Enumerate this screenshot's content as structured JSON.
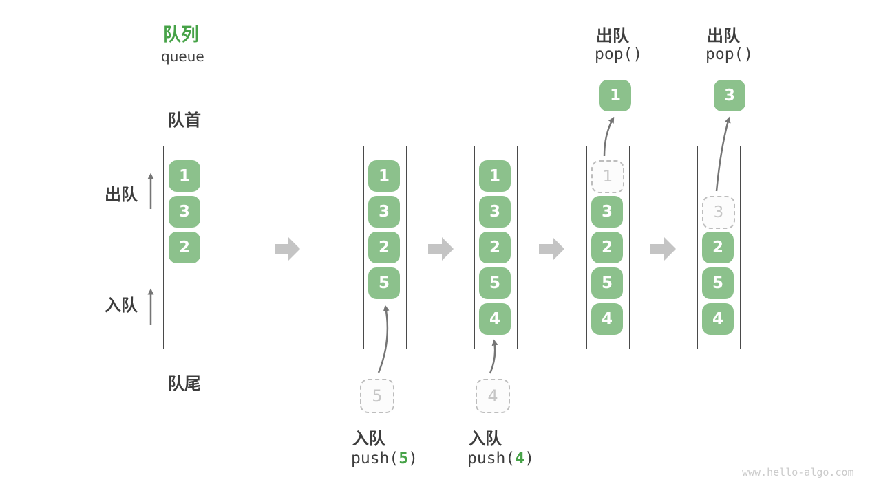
{
  "title": {
    "zh": "队列",
    "en": "queue"
  },
  "side_labels": {
    "front": "队首",
    "rear": "队尾",
    "dequeue": "出队",
    "enqueue": "入队"
  },
  "queues": [
    {
      "cells": [
        {
          "value": "1",
          "state": "solid"
        },
        {
          "value": "3",
          "state": "solid"
        },
        {
          "value": "2",
          "state": "solid"
        }
      ]
    },
    {
      "cells": [
        {
          "value": "1",
          "state": "solid"
        },
        {
          "value": "3",
          "state": "solid"
        },
        {
          "value": "2",
          "state": "solid"
        },
        {
          "value": "5",
          "state": "solid"
        }
      ]
    },
    {
      "cells": [
        {
          "value": "1",
          "state": "solid"
        },
        {
          "value": "3",
          "state": "solid"
        },
        {
          "value": "2",
          "state": "solid"
        },
        {
          "value": "5",
          "state": "solid"
        },
        {
          "value": "4",
          "state": "solid"
        }
      ]
    },
    {
      "cells": [
        {
          "value": "1",
          "state": "dashed"
        },
        {
          "value": "3",
          "state": "solid"
        },
        {
          "value": "2",
          "state": "solid"
        },
        {
          "value": "5",
          "state": "solid"
        },
        {
          "value": "4",
          "state": "solid"
        }
      ]
    },
    {
      "cells": [
        {
          "value": "3",
          "state": "dashed"
        },
        {
          "value": "2",
          "state": "solid"
        },
        {
          "value": "5",
          "state": "solid"
        },
        {
          "value": "4",
          "state": "solid"
        }
      ]
    }
  ],
  "operations": {
    "push5": {
      "label": "入队",
      "code_pre": "push(",
      "arg": "5",
      "code_post": ")",
      "pending_value": "5"
    },
    "push4": {
      "label": "入队",
      "code_pre": "push(",
      "arg": "4",
      "code_post": ")",
      "pending_value": "4"
    },
    "pop1": {
      "label": "出队",
      "code": "pop()",
      "popped_value": "1"
    },
    "pop2": {
      "label": "出队",
      "code": "pop()",
      "popped_value": "3"
    }
  },
  "colors": {
    "cell_green": "#8cc18c",
    "accent_green": "#46a247",
    "text_dark": "#3d3d3d",
    "block_arrow_gray": "#c4c4c4",
    "thin_arrow_gray": "#757575",
    "dashed_border": "#bdbdbd",
    "dashed_text": "#c6c6c6",
    "rail_line": "#4a4a4a",
    "watermark": "#cbcbcb"
  },
  "watermark": "www.hello-algo.com"
}
